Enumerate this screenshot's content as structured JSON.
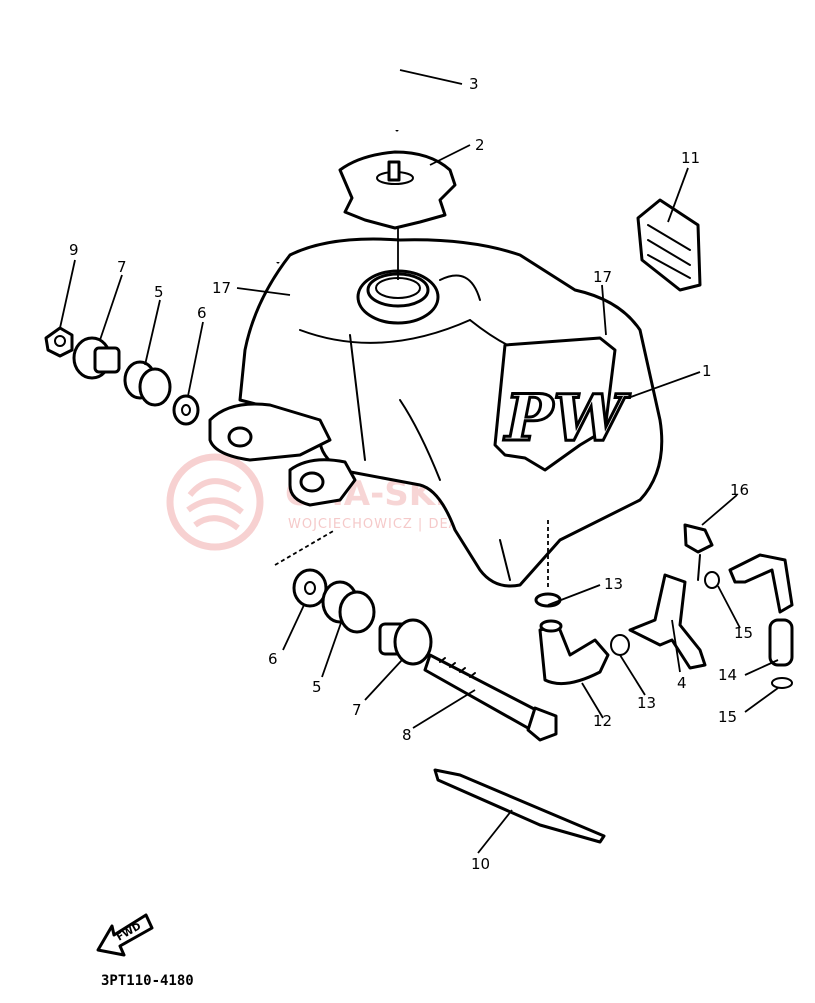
{
  "diagram": {
    "part_code": "3PT110-4180",
    "fwd_label": "FWD",
    "tank_logo": "PW",
    "watermark": {
      "main": "CMA-SKLEP.PL",
      "sub": "WOJCIECHOWICZ | DEALER YAMAHA"
    },
    "callouts": [
      {
        "id": "c1",
        "label": "1"
      },
      {
        "id": "c2",
        "label": "2"
      },
      {
        "id": "c3",
        "label": "3"
      },
      {
        "id": "c4",
        "label": "4"
      },
      {
        "id": "c5a",
        "label": "5"
      },
      {
        "id": "c5b",
        "label": "5"
      },
      {
        "id": "c6a",
        "label": "6"
      },
      {
        "id": "c6b",
        "label": "6"
      },
      {
        "id": "c7a",
        "label": "7"
      },
      {
        "id": "c7b",
        "label": "7"
      },
      {
        "id": "c8",
        "label": "8"
      },
      {
        "id": "c9",
        "label": "9"
      },
      {
        "id": "c10",
        "label": "10"
      },
      {
        "id": "c11",
        "label": "11"
      },
      {
        "id": "c12",
        "label": "12"
      },
      {
        "id": "c13a",
        "label": "13"
      },
      {
        "id": "c13b",
        "label": "13"
      },
      {
        "id": "c14",
        "label": "14"
      },
      {
        "id": "c15a",
        "label": "15"
      },
      {
        "id": "c15b",
        "label": "15"
      },
      {
        "id": "c16",
        "label": "16"
      },
      {
        "id": "c17a",
        "label": "17"
      },
      {
        "id": "c17b",
        "label": "17"
      }
    ],
    "colors": {
      "line": "#000000",
      "watermark": "#f2b3b3"
    }
  }
}
